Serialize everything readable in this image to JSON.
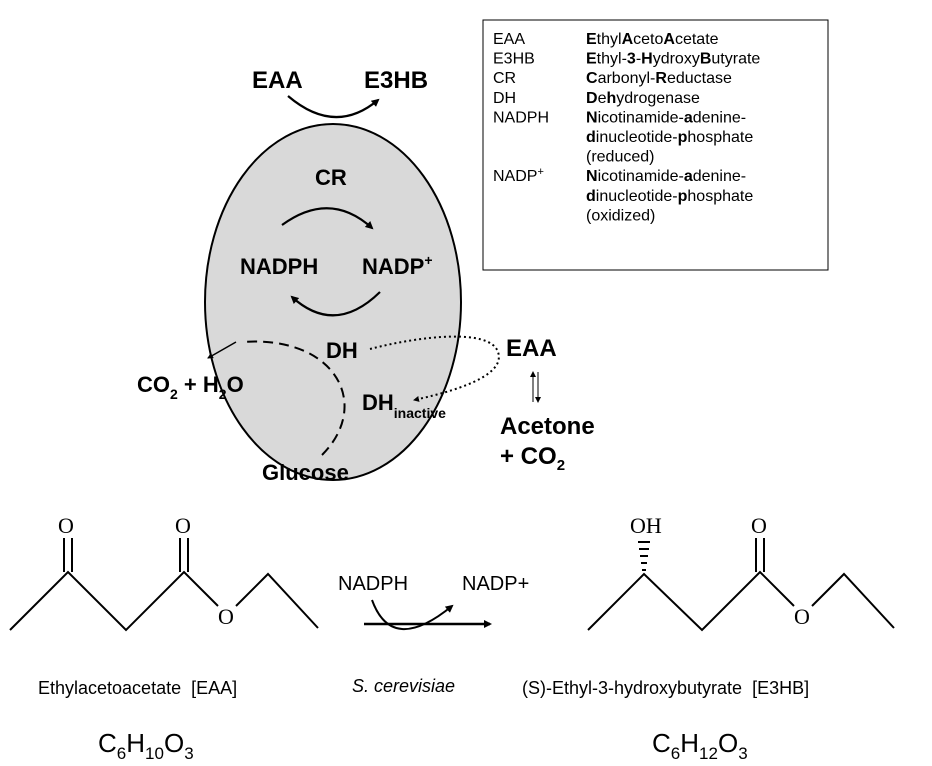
{
  "pathway": {
    "eaa_top": "EAA",
    "e3hb_top": "E3HB",
    "cr": "CR",
    "nadph": "NADPH",
    "nadp_base": "NADP",
    "nadp_sup": "+",
    "dh": "DH",
    "dh_inactive_base": "DH",
    "dh_inactive_sub": "inactive",
    "eaa_right": "EAA",
    "acetone": "Acetone",
    "co2_plus": "+ CO",
    "co2_sub": "2",
    "co2h2o_a": "CO",
    "co2h2o_sub1": "2",
    "co2h2o_b": " + H",
    "co2h2o_sub2": "2",
    "co2h2o_c": "O",
    "glucose": "Glucose"
  },
  "legend": {
    "rows": [
      {
        "abbr": "EAA",
        "parts": [
          [
            "E",
            "b"
          ],
          [
            "thyl",
            ""
          ],
          [
            "A",
            "b"
          ],
          [
            "ceto",
            ""
          ],
          [
            "A",
            "b"
          ],
          [
            "cetate",
            ""
          ]
        ]
      },
      {
        "abbr": "E3HB",
        "parts": [
          [
            "E",
            "b"
          ],
          [
            "thyl-",
            ""
          ],
          [
            "3",
            "b"
          ],
          [
            "-",
            ""
          ],
          [
            "H",
            "b"
          ],
          [
            "ydroxy",
            ""
          ],
          [
            "B",
            "b"
          ],
          [
            "utyrate",
            ""
          ]
        ]
      },
      {
        "abbr": "CR",
        "parts": [
          [
            "C",
            "b"
          ],
          [
            "arbonyl-",
            ""
          ],
          [
            "R",
            "b"
          ],
          [
            "eductase",
            ""
          ]
        ]
      },
      {
        "abbr": "DH",
        "parts": [
          [
            "D",
            "b"
          ],
          [
            "e",
            ""
          ],
          [
            "h",
            "b"
          ],
          [
            "ydrogenase",
            ""
          ]
        ]
      },
      {
        "abbr": "NADPH",
        "parts": [
          [
            "N",
            "b"
          ],
          [
            "icotinamide-",
            ""
          ],
          [
            "a",
            "b"
          ],
          [
            "denine-",
            ""
          ]
        ]
      },
      {
        "abbr": "",
        "parts": [
          [
            "d",
            "b"
          ],
          [
            "inucleotide-",
            ""
          ],
          [
            "p",
            "b"
          ],
          [
            "hosphate",
            ""
          ]
        ]
      },
      {
        "abbr": "",
        "parts": [
          [
            "(reduced)",
            ""
          ]
        ]
      },
      {
        "abbr": "NADP",
        "abbr_sup": "+",
        "parts": [
          [
            "N",
            "b"
          ],
          [
            "icotinamide-",
            ""
          ],
          [
            "a",
            "b"
          ],
          [
            "denine-",
            ""
          ]
        ]
      },
      {
        "abbr": "",
        "parts": [
          [
            "d",
            "b"
          ],
          [
            "inucleotide-",
            ""
          ],
          [
            "p",
            "b"
          ],
          [
            "hosphate",
            ""
          ]
        ]
      },
      {
        "abbr": "",
        "parts": [
          [
            "(oxidized)",
            ""
          ]
        ]
      }
    ]
  },
  "reaction": {
    "o1": "O",
    "o2": "O",
    "o_ester_left": "O",
    "oh": "OH",
    "o3": "O",
    "o_ester_right": "O",
    "nadph": "NADPH",
    "nadp_plus": "NADP+",
    "organism": "S. cerevisiae",
    "eaa_name": "Ethylacetoacetate  [EAA]",
    "e3hb_name": "(S)-Ethyl-3-hydroxybutyrate  [E3HB]",
    "eaa_formula": {
      "c": "C",
      "c_sub": "6",
      "h": "H",
      "h_sub": "10",
      "o": "O",
      "o_sub": "3"
    },
    "e3hb_formula": {
      "c": "C",
      "c_sub": "6",
      "h": "H",
      "h_sub": "12",
      "o": "O",
      "o_sub": "3"
    }
  }
}
